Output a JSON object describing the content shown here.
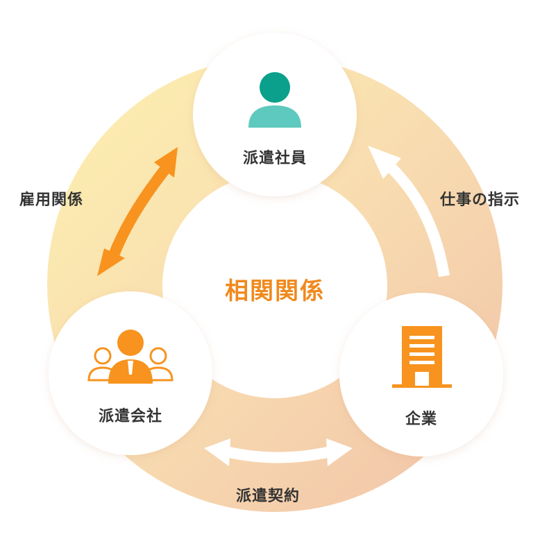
{
  "center": {
    "title": "相関関係"
  },
  "nodes": {
    "haken_shain": {
      "label": "派遣社員",
      "icon": "person-icon"
    },
    "haken_kaisha": {
      "label": "派遣会社",
      "icon": "group-people-icon"
    },
    "kigyou": {
      "label": "企業",
      "icon": "building-icon"
    }
  },
  "relations": {
    "employment": "雇用関係",
    "work_instruction": "仕事の指示",
    "dispatch_contract": "派遣契約"
  },
  "colors": {
    "accent_orange": "#f7931e",
    "title_orange": "#f08a1e",
    "teal_dark": "#0ba08b",
    "teal_light": "#5ec9bf",
    "ring_yellow": "#fbe8a6",
    "ring_peach": "#f4c9a8",
    "text": "#333333"
  }
}
